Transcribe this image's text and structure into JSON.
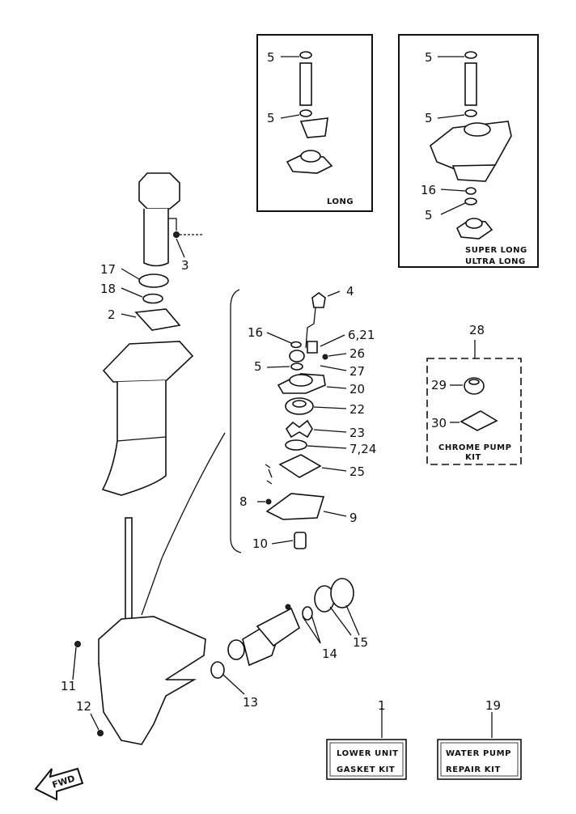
{
  "panels": {
    "long_caption": "LONG",
    "super_long_caption_1": "SUPER LONG",
    "super_long_caption_2": "ULTRA LONG",
    "chrome_kit_caption_1": "CHROME PUMP",
    "chrome_kit_caption_2": "KIT"
  },
  "callouts": {
    "n1": "1",
    "n2": "2",
    "n3": "3",
    "n4": "4",
    "n5a": "5",
    "n5b": "5",
    "n5c": "5",
    "n5d": "5",
    "n5e": "5",
    "n5f": "5",
    "n6_21": "6,21",
    "n7_24": "7,24",
    "n8": "8",
    "n9": "9",
    "n10": "10",
    "n11": "11",
    "n12": "12",
    "n13": "13",
    "n14": "14",
    "n15": "15",
    "n16a": "16",
    "n16b": "16",
    "n17": "17",
    "n18": "18",
    "n19": "19",
    "n20": "20",
    "n22": "22",
    "n23": "23",
    "n25": "25",
    "n26": "26",
    "n27": "27",
    "n28": "28",
    "n29": "29",
    "n30": "30"
  },
  "kits": {
    "lower_unit_line1": "LOWER UNIT",
    "lower_unit_line2": "GASKET KIT",
    "water_pump_line1": "WATER PUMP",
    "water_pump_line2": "REPAIR KIT"
  },
  "fwd_label": "FWD"
}
